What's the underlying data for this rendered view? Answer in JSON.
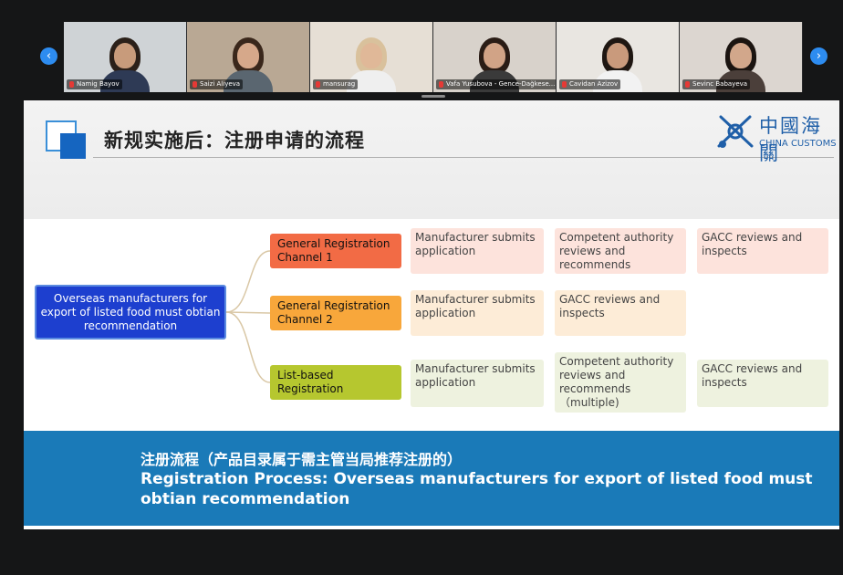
{
  "participants": [
    {
      "name": "Namig Bayov",
      "bg": "#cfd3d6",
      "skin": "#c89b7b",
      "hair": "#2b2019",
      "clothes": "#2e3a55"
    },
    {
      "name": "Saizi Aliyeva",
      "bg": "#b9a894",
      "skin": "#d6a88a",
      "hair": "#3a271b",
      "clothes": "#5a6670"
    },
    {
      "name": "mansurag",
      "bg": "#e6dfd5",
      "skin": "#e0b898",
      "hair": "#d9c19c",
      "clothes": "#efefef"
    },
    {
      "name": "Vafa Yusubova - Gence-Dağkese...",
      "bg": "#d8d2cb",
      "skin": "#d1a386",
      "hair": "#2a1c15",
      "clothes": "#3a3a3a"
    },
    {
      "name": "Cavidan Azizov",
      "bg": "#e9e6e1",
      "skin": "#c99a7c",
      "hair": "#1f1712",
      "clothes": "#f2f2f2"
    },
    {
      "name": "Sevinc Babayeva",
      "bg": "#dcd6d0",
      "skin": "#d2a78b",
      "hair": "#1b1410",
      "clothes": "#4b3f3a"
    }
  ],
  "slide": {
    "title": "新规实施后：注册申请的流程",
    "logo_cn": "中國海關",
    "logo_en": "CHINA CUSTOMS",
    "main_box": "Overseas manufacturers for export of listed food  must obtian recommendation",
    "channels": [
      {
        "label": "General Registration Channel 1",
        "steps": [
          "Manufacturer submits application",
          "Competent authority reviews and recommends",
          "GACC reviews and inspects"
        ]
      },
      {
        "label": "General Registration Channel 2",
        "steps": [
          "Manufacturer submits application",
          "GACC reviews and inspects"
        ]
      },
      {
        "label": "List-based Registration",
        "steps": [
          "Manufacturer submits application",
          "Competent authority reviews and recommends （multiple)",
          "GACC reviews and inspects"
        ]
      }
    ],
    "banner_cn": "注册流程（产品目录属于需主管当局推荐注册的）",
    "banner_en": "Registration Process: Overseas manufacturers for export of listed food must obtian recommendation"
  },
  "colors": {
    "banner": "#1a7ab8",
    "main_box": "#1d3fcf",
    "channel1": "#f26b45",
    "channel2": "#f8a73b",
    "channel3": "#b6c72f"
  },
  "icons": {
    "prev": "chevron-left-icon",
    "next": "chevron-right-icon",
    "mic": "mic-muted-icon"
  }
}
